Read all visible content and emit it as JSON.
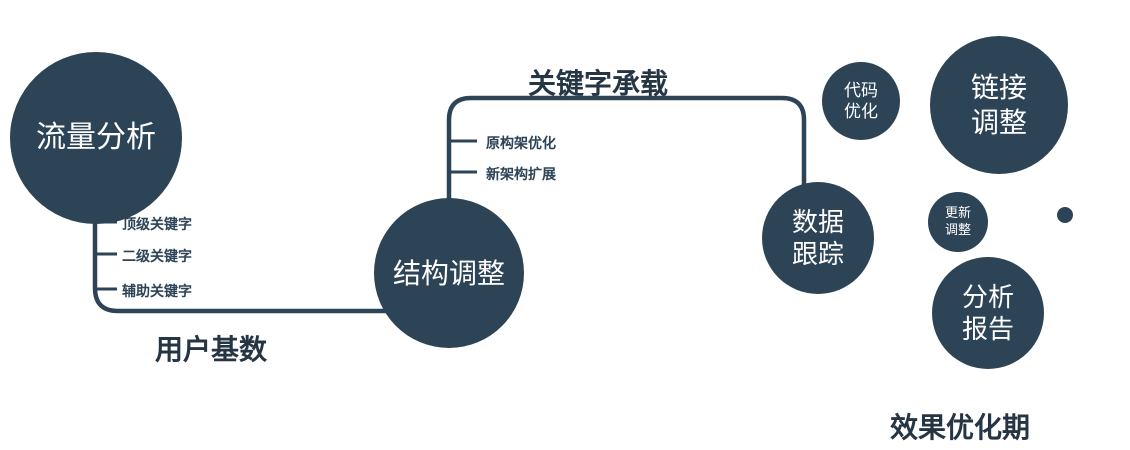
{
  "colors": {
    "circle_fill": "#2d4356",
    "connector": "#2d4356",
    "label_text": "#253544",
    "background": "#ffffff"
  },
  "nodes": {
    "traffic": {
      "label": "流量分析"
    },
    "structure": {
      "label": "结构调整"
    },
    "data_tracking": {
      "line1": "数据",
      "line2": "跟踪"
    },
    "code_opt": {
      "line1": "代码",
      "line2": "优化"
    },
    "link_adjust": {
      "line1": "链接",
      "line2": "调整"
    },
    "update_adjust": {
      "line1": "更新",
      "line2": "调整"
    },
    "analysis_report": {
      "line1": "分析",
      "line2": "报告"
    }
  },
  "edges": {
    "user_base_label": "用户基数",
    "keyword_carry_label": "关键字承载",
    "traffic_ticks": [
      "顶级关键字",
      "二级关键字",
      "辅助关键字"
    ],
    "structure_ticks": [
      "原构架优化",
      "新架构扩展"
    ]
  },
  "footer": {
    "phase_label": "效果优化期"
  }
}
